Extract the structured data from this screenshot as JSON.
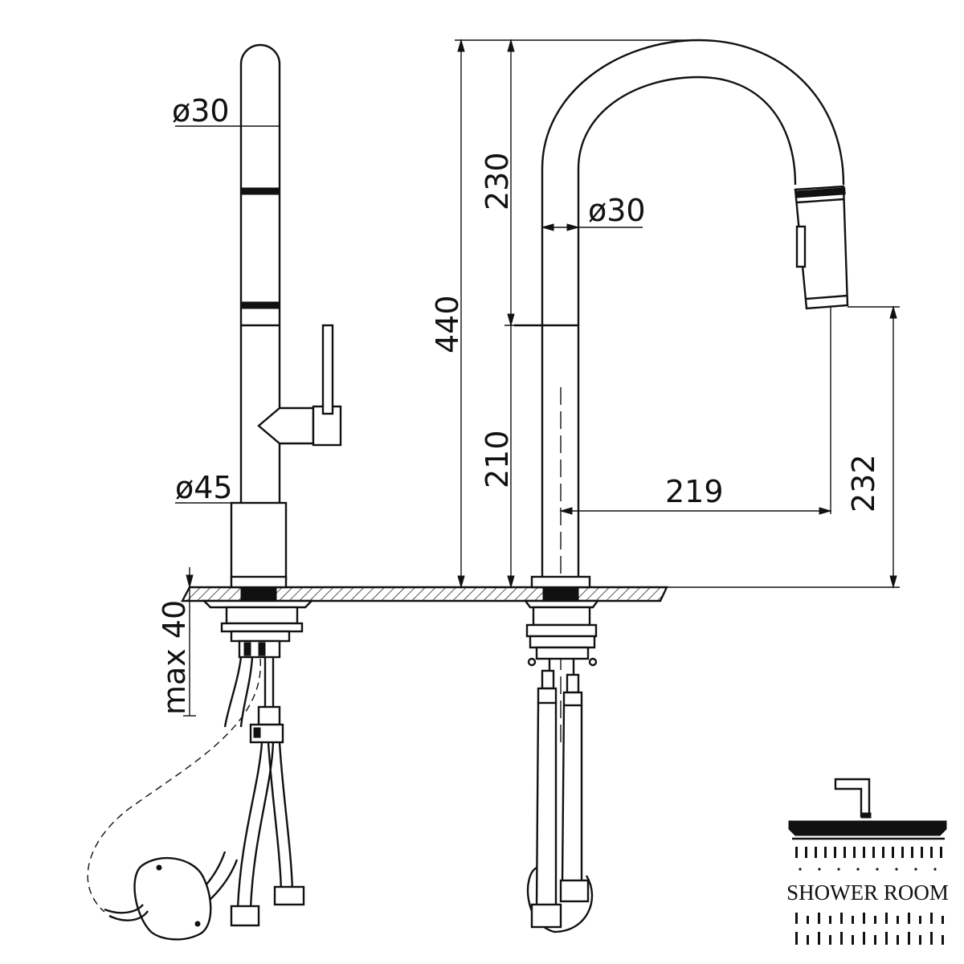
{
  "side_view": {
    "spout_diameter": "ø30",
    "base_diameter": "ø45",
    "max_mounting_thickness": "max 40"
  },
  "front_view": {
    "total_height": "440",
    "spout_arc_height": "230",
    "body_height": "210",
    "spout_diameter": "ø30",
    "reach": "219",
    "outlet_height": "232"
  },
  "logo": {
    "text": "SHOWER ROOM",
    "icon": "shower-head-icon"
  }
}
